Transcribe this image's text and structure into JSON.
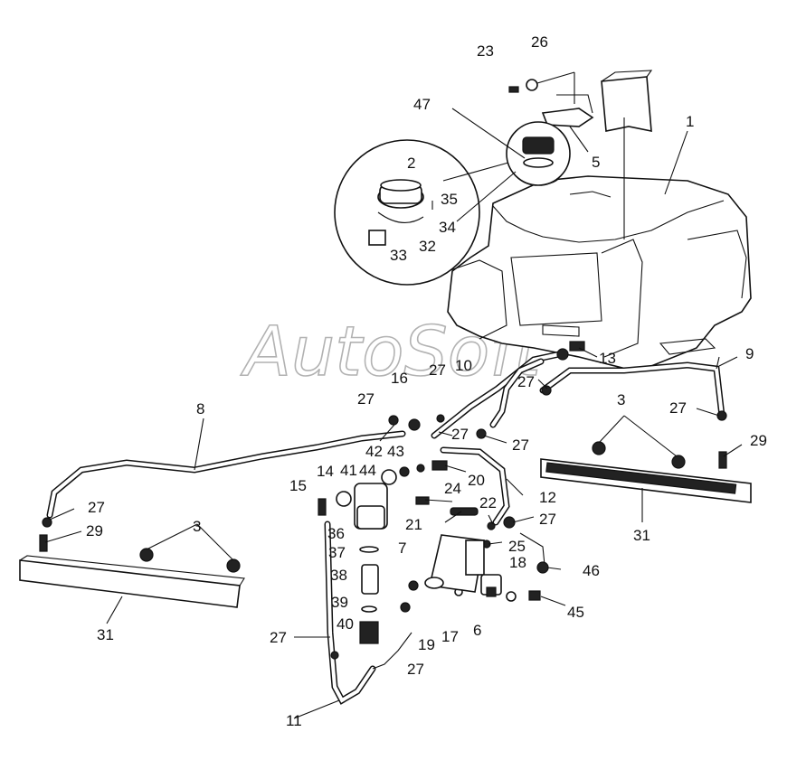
{
  "watermark": "AutoSoft",
  "labels": {
    "p1": "1",
    "p2": "2",
    "p3a": "3",
    "p3b": "3",
    "p5": "5",
    "p6": "6",
    "p7": "7",
    "p8": "8",
    "p9": "9",
    "p10": "10",
    "p11": "11",
    "p12": "12",
    "p13": "13",
    "p14": "14",
    "p15": "15",
    "p16": "16",
    "p17": "17",
    "p18": "18",
    "p19": "19",
    "p20": "20",
    "p21": "21",
    "p22": "22",
    "p23": "23",
    "p24": "24",
    "p25": "25",
    "p26": "26",
    "p27a": "27",
    "p27b": "27",
    "p27c": "27",
    "p27d": "27",
    "p27e": "27",
    "p27f": "27",
    "p27g": "27",
    "p27h": "27",
    "p27i": "27",
    "p27j": "27",
    "p29a": "29",
    "p29b": "29",
    "p31a": "31",
    "p31b": "31",
    "p32": "32",
    "p33": "33",
    "p34": "34",
    "p35": "35",
    "p36": "36",
    "p37": "37",
    "p38": "38",
    "p39": "39",
    "p40": "40",
    "p41": "41",
    "p42": "42",
    "p43": "43",
    "p44": "44",
    "p45": "45",
    "p46": "46",
    "p47": "47"
  }
}
